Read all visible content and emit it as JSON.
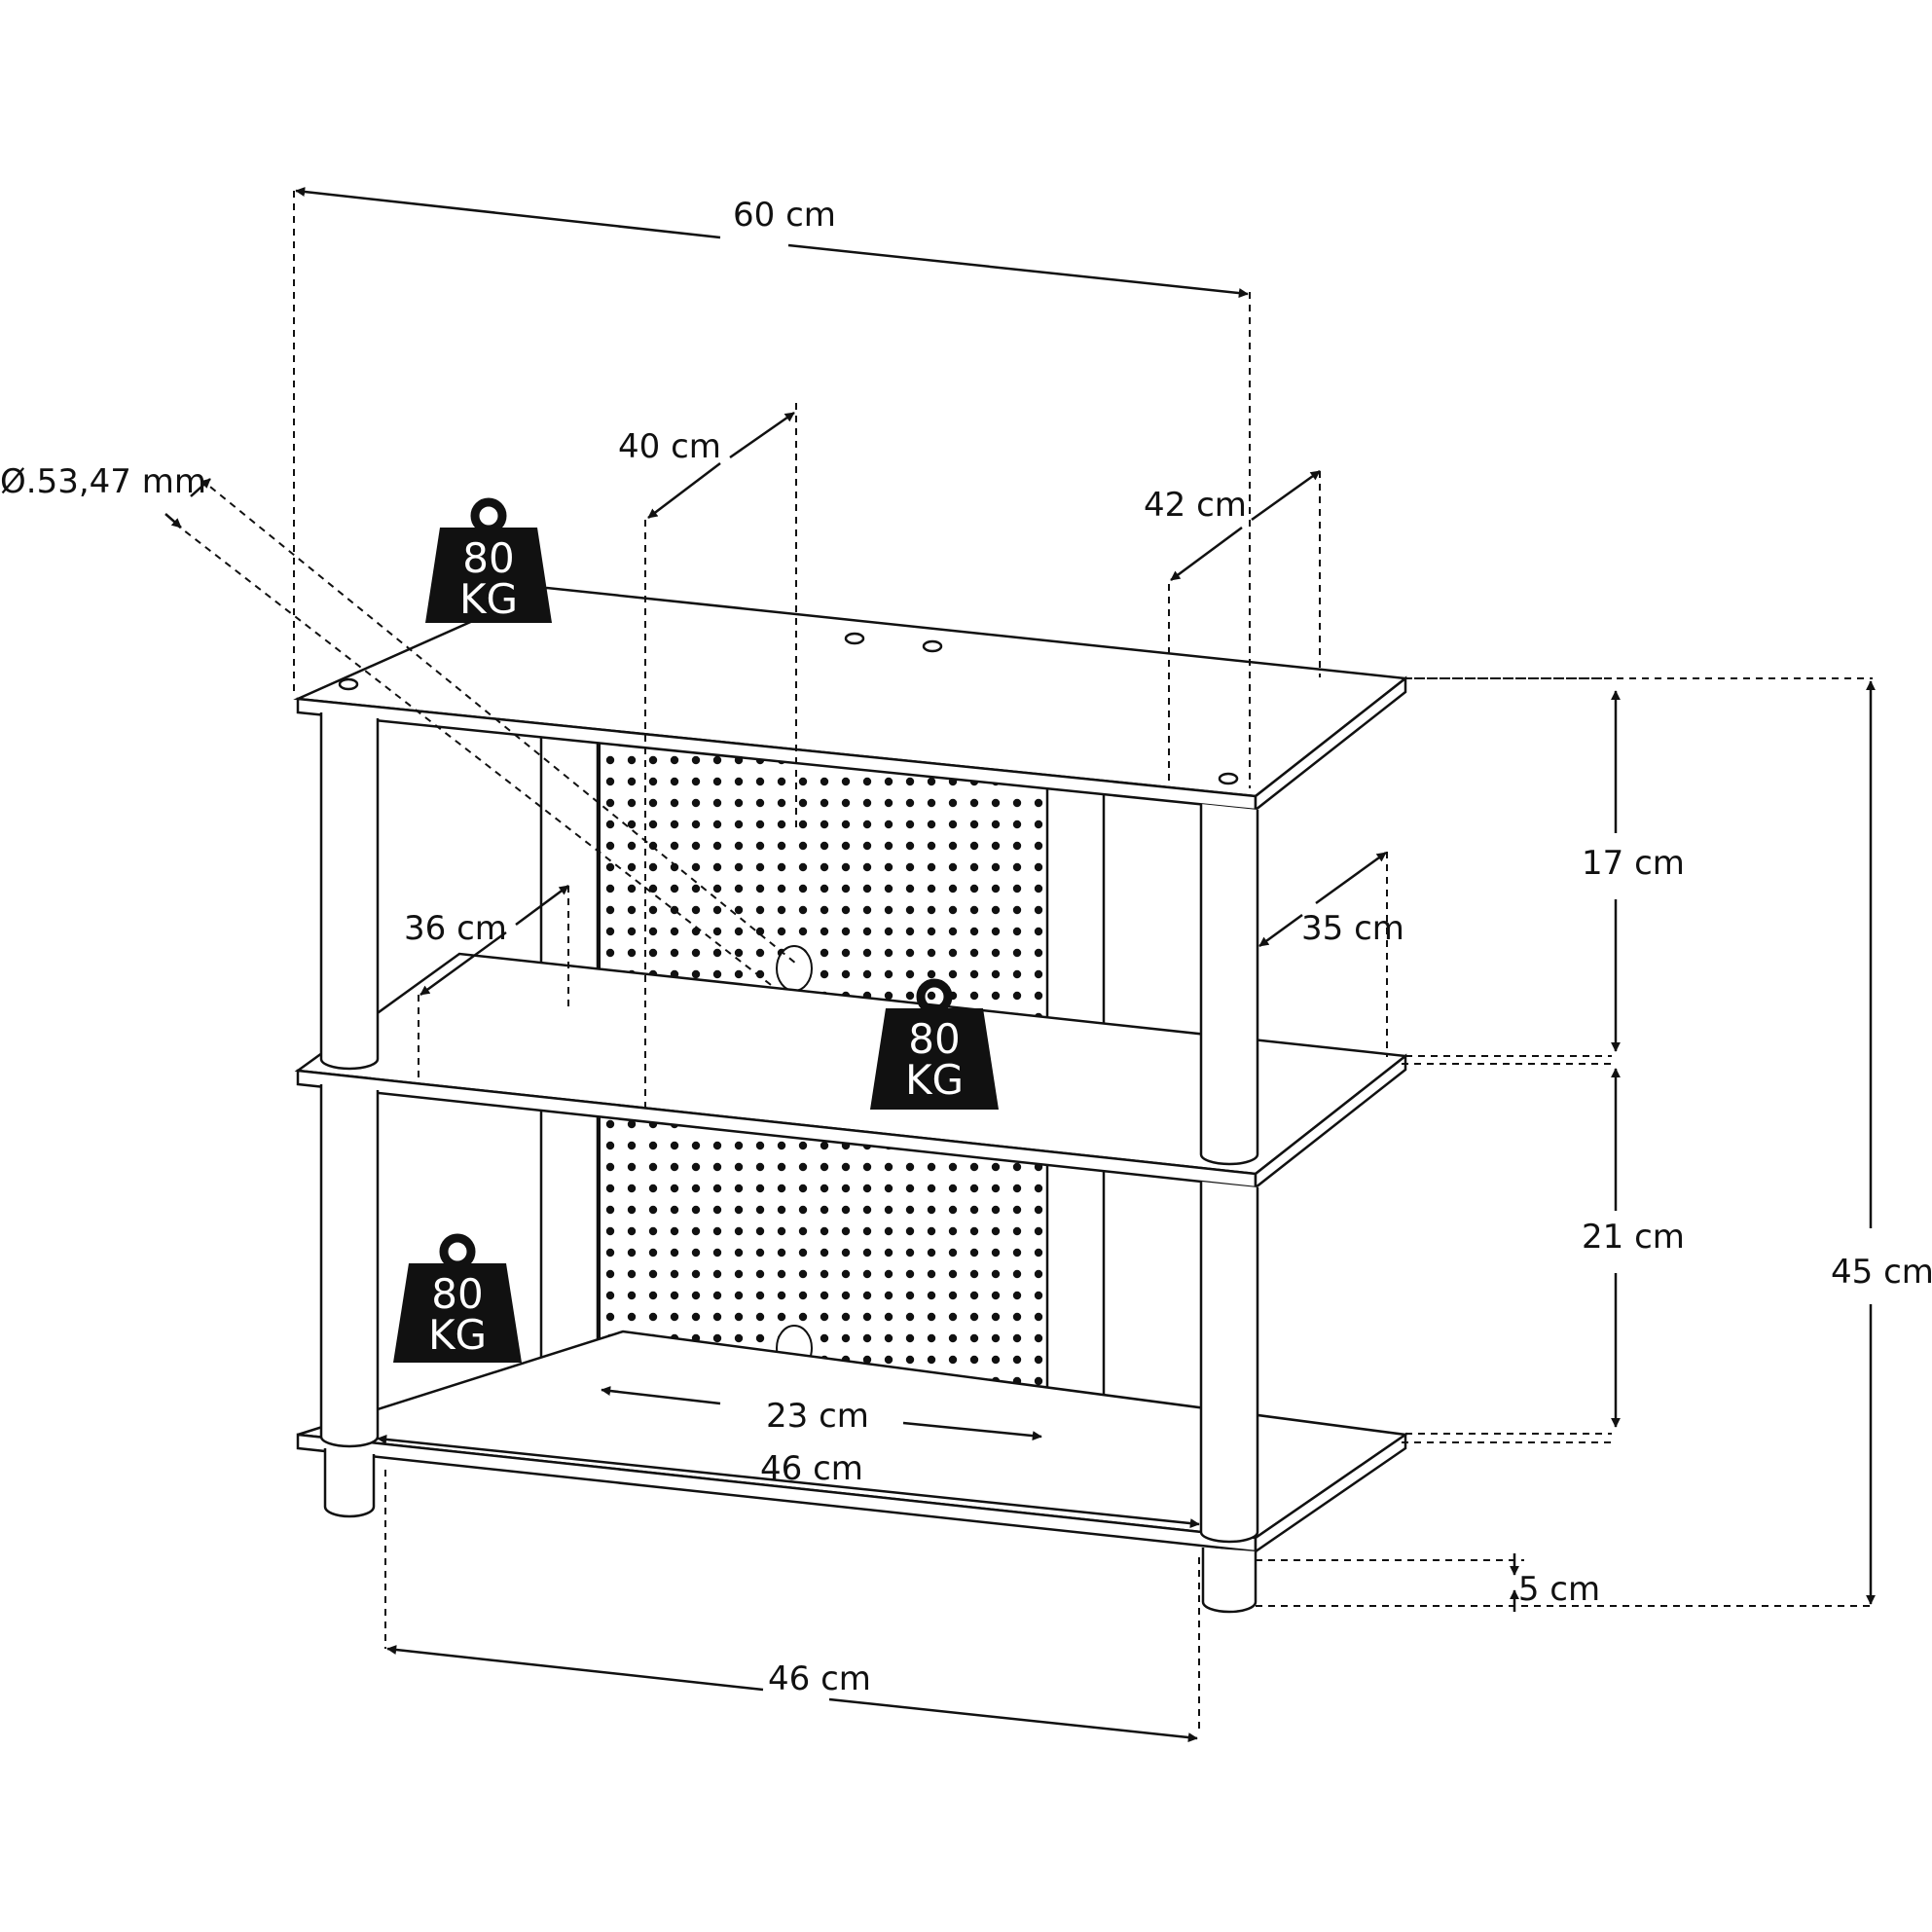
{
  "colors": {
    "ink": "#111111",
    "paper": "#ffffff"
  },
  "dimensions": {
    "total_width": "60 cm",
    "top_depth_left": "40 cm",
    "top_depth_right": "42 cm",
    "pole_diameter": "Ø.53,47 mm",
    "middle_depth_left": "36 cm",
    "middle_depth_right": "35 cm",
    "top_gap": "17 cm",
    "bottom_gap": "21 cm",
    "total_height": "45 cm",
    "inner_width": "23 cm",
    "shelf_width": "46 cm",
    "foot_spacing": "46 cm",
    "foot_height": "5 cm"
  },
  "weights": {
    "top": {
      "number": "80",
      "unit": "KG"
    },
    "middle": {
      "number": "80",
      "unit": "KG"
    },
    "bottom": {
      "number": "80",
      "unit": "KG"
    }
  }
}
